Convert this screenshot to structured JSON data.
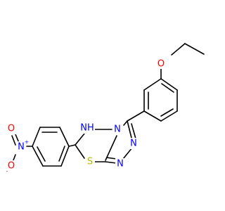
{
  "colors": {
    "bond": "#000000",
    "carbon": "#000000",
    "oxygen": "#ff0000",
    "nitrogen": "#0000ff",
    "sulfur": "#b8b800"
  },
  "atoms": {
    "ether_oxygen": "O",
    "nh": "NH",
    "nitro_nitrogen": "N",
    "nitro_oxygen_top": "O",
    "nitro_oxygen_bottom": "O",
    "nitro_n_charge": "+",
    "nitro_o_charge": "-",
    "fused_n": "N",
    "triazole_n_right": "N",
    "triazole_n_bottom": "N",
    "sulfur": "S"
  }
}
